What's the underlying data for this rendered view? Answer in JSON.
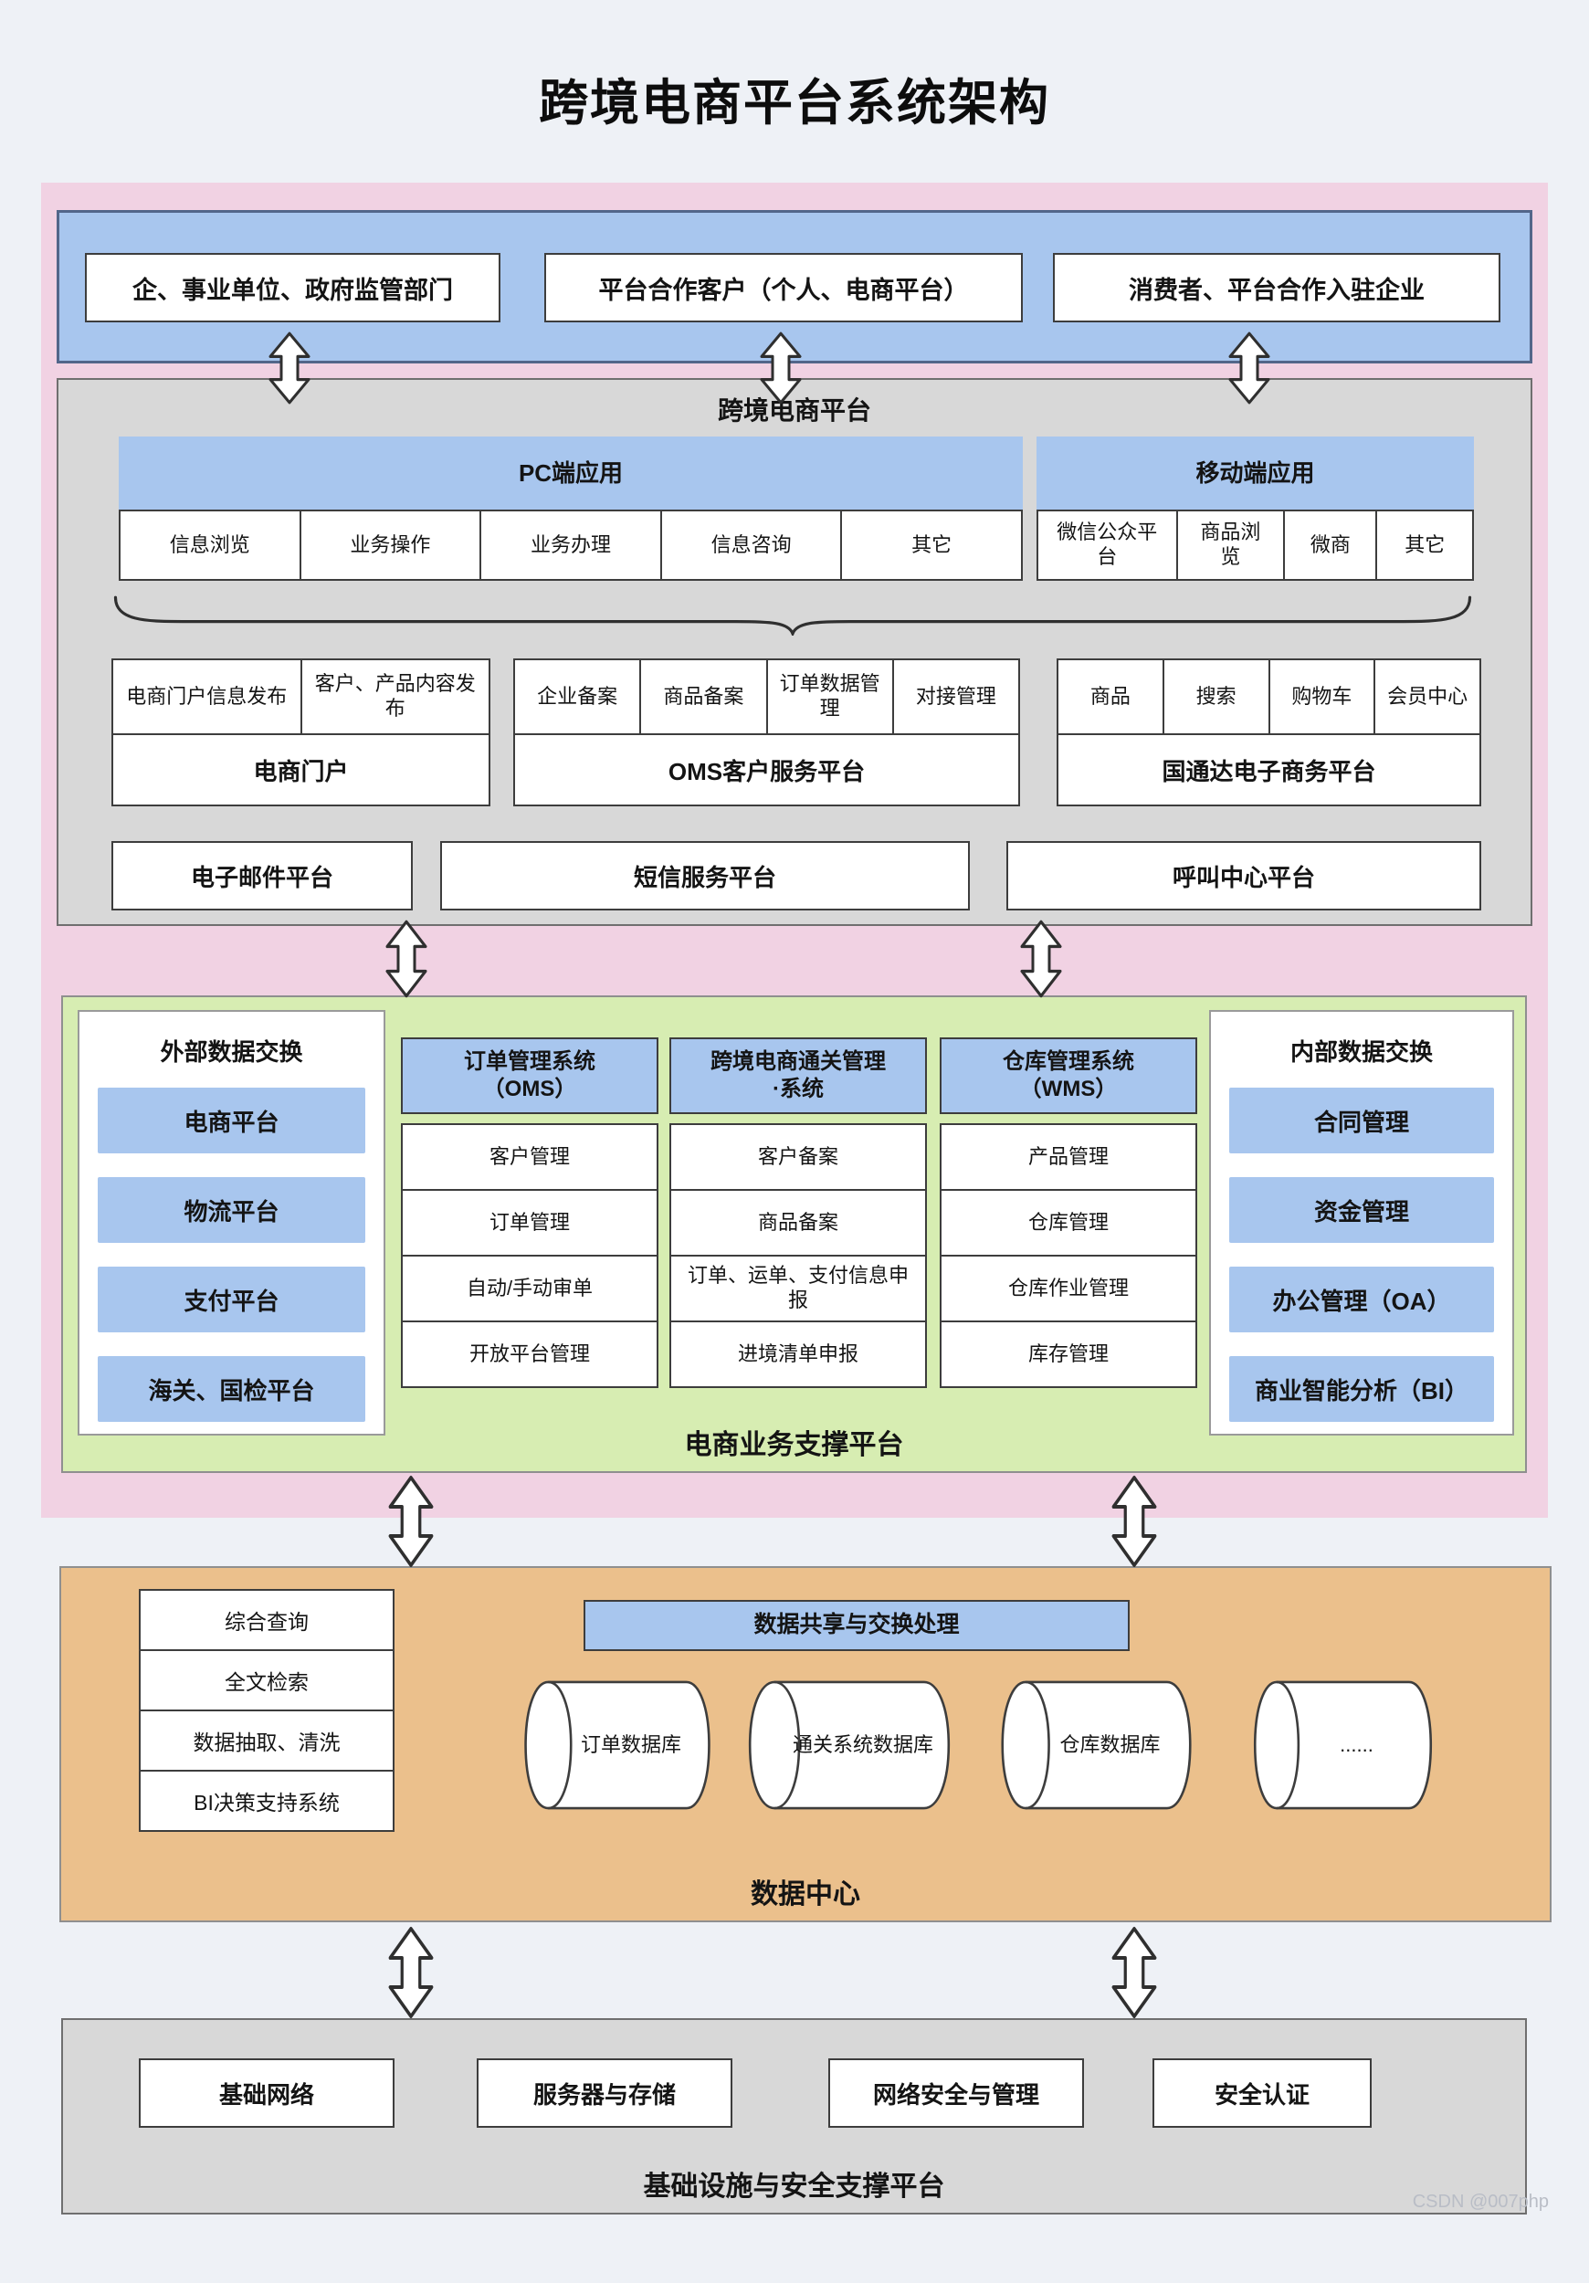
{
  "title": "跨境电商平台系统架构",
  "actors": {
    "items": [
      "企、事业单位、政府监管部门",
      "平台合作客户（个人、电商平台）",
      "消费者、平台合作入驻企业"
    ]
  },
  "platform": {
    "label": "跨境电商平台",
    "pc": {
      "header": "PC端应用",
      "items": [
        "信息浏览",
        "业务操作",
        "业务办理",
        "信息咨询",
        "其它"
      ]
    },
    "mobile": {
      "header": "移动端应用",
      "items": [
        "微信公众平台",
        "商品浏览",
        "微商",
        "其它"
      ]
    },
    "groups": [
      {
        "label": "电商门户",
        "cells": [
          "电商门户信息发布",
          "客户、产品内容发布"
        ]
      },
      {
        "label": "OMS客户服务平台",
        "cells": [
          "企业备案",
          "商品备案",
          "订单数据管理",
          "对接管理"
        ]
      },
      {
        "label": "国通达电子商务平台",
        "cells": [
          "商品",
          "搜索",
          "购物车",
          "会员中心"
        ]
      }
    ],
    "bottom_row": [
      "电子邮件平台",
      "短信服务平台",
      "呼叫中心平台"
    ]
  },
  "business": {
    "label": "电商业务支撑平台",
    "external": {
      "title": "外部数据交换",
      "items": [
        "电商平台",
        "物流平台",
        "支付平台",
        "海关、国检平台"
      ]
    },
    "systems": [
      {
        "header": "订单管理系统\n（OMS）",
        "items": [
          "客户管理",
          "订单管理",
          "自动/手动审单",
          "开放平台管理"
        ]
      },
      {
        "header": "跨境电商通关管理\n·系统",
        "items": [
          "客户备案",
          "商品备案",
          "订单、运单、支付信息申报",
          "进境清单申报"
        ]
      },
      {
        "header": "仓库管理系统\n（WMS）",
        "items": [
          "产品管理",
          "仓库管理",
          "仓库作业管理",
          "库存管理"
        ]
      }
    ],
    "internal": {
      "title": "内部数据交换",
      "items": [
        "合同管理",
        "资金管理",
        "办公管理（OA）",
        "商业智能分析（BI）"
      ]
    }
  },
  "data_center": {
    "label": "数据中心",
    "left_items": [
      "综合查询",
      "全文检索",
      "数据抽取、清洗",
      "BI决策支持系统"
    ],
    "share_bar": "数据共享与交换处理",
    "databases": [
      "订单数据库",
      "通关系统数据库",
      "仓库数据库",
      "......"
    ]
  },
  "infrastructure": {
    "label": "基础设施与安全支撑平台",
    "items": [
      "基础网络",
      "服务器与存储",
      "网络安全与管理",
      "安全认证"
    ]
  },
  "watermark": "CSDN @007php"
}
